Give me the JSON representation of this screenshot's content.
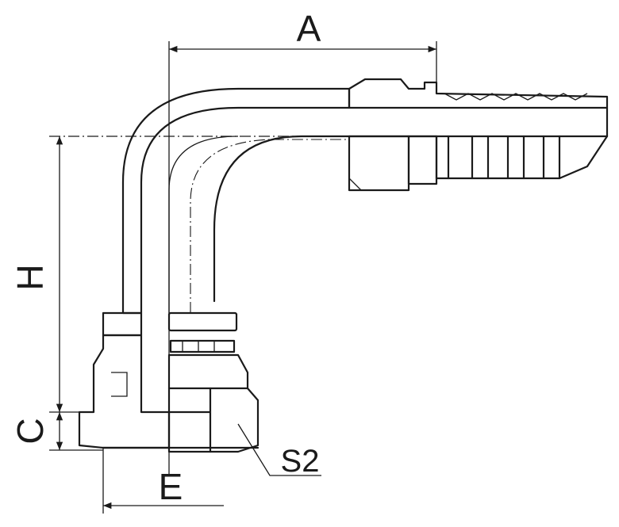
{
  "labels": {
    "A": "A",
    "H": "H",
    "C": "C",
    "E": "E",
    "S2": "S2"
  },
  "colors": {
    "line": "#1a1a1a",
    "background": "#ffffff"
  }
}
